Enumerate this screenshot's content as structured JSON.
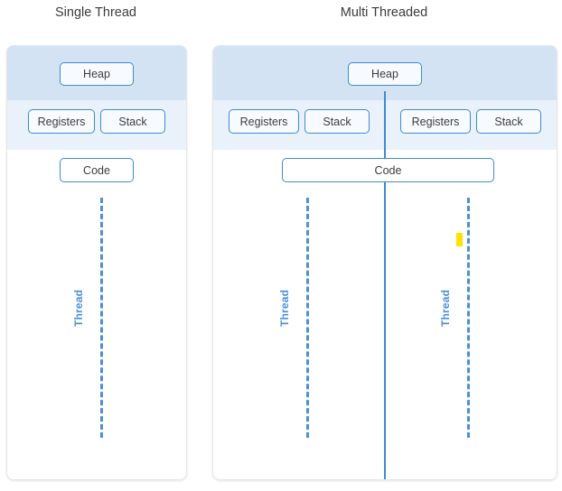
{
  "diagram": {
    "title_single": "Single Thread",
    "title_multi": "Multi Threaded",
    "colors": {
      "box_border": "#3e8ad2",
      "heap_band": "#d4e3f3",
      "registers_band": "#e9f1fb",
      "code_band": "#ffffff",
      "thread_line": "#4a90d9",
      "divider": "#3e8ad2",
      "marker": "#ffe100",
      "title_text": "#3b3b3b",
      "box_text": "#3c3c3c"
    }
  },
  "single_panel": {
    "heap_label": "Heap",
    "registers_label": "Registers",
    "stack_label": "Stack",
    "code_label": "Code",
    "thread_label": "Thread"
  },
  "multi_panel": {
    "heap_label": "Heap",
    "code_label": "Code",
    "threads": [
      {
        "registers_label": "Registers",
        "stack_label": "Stack",
        "thread_label": "Thread",
        "highlighted": false
      },
      {
        "registers_label": "Registers",
        "stack_label": "Stack",
        "thread_label": "Thread",
        "highlighted": true
      }
    ]
  }
}
